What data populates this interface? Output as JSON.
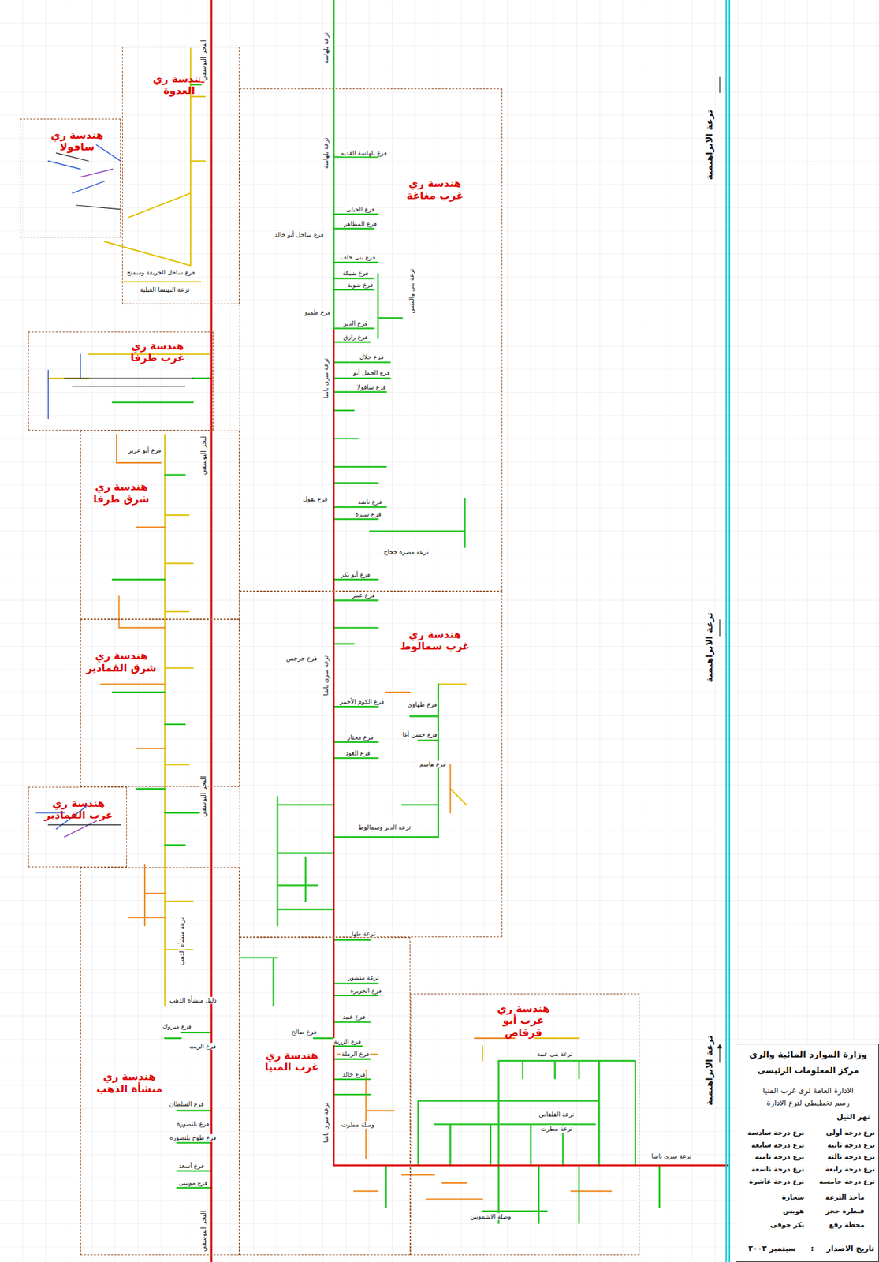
{
  "diagram": {
    "nodes": [
      {
        "text": [
          "هندسة ري العدوة"
        ]
      },
      {
        "text": [
          "هندسة ري ساقولا"
        ]
      },
      {
        "text": [
          "هندسة ري غرب مغاغة"
        ]
      },
      {
        "text": [
          "هندسة ري غرب طرفا"
        ]
      },
      {
        "text": [
          "هندسة ري شرق طرفا"
        ]
      },
      {
        "text": [
          "هندسة ري شرق القمادير"
        ]
      },
      {
        "text": [
          "هندسة ري غرب القمادير"
        ]
      },
      {
        "text": [
          "هندسة ري غرب سمالوط"
        ]
      },
      {
        "text": [
          "هندسة ري منشأة الذهب"
        ]
      },
      {
        "text": [
          "هندسة ري غرب المنيا"
        ]
      },
      {
        "text": [
          "هندسة ري غرب أبو قرقاص"
        ]
      },
      {
        "text": [
          "وزارة الموارد المائية والرى",
          "مركز المعلومات الرئيسى",
          "الادارة العامة لرى غرب المنيا",
          "رسم تخطيطى لترع الادارة"
        ]
      }
    ],
    "labels": [
      "ترعة بلهاسة",
      "ترعة بلهاسة",
      "فرع بلهاسة القديم",
      "فرع الحيلى",
      "فرع المطاهر",
      "فرع ساحل أبو خالد",
      "فرع بنى خلف",
      "فرع شيكة",
      "فرع شوبة",
      "ترعة بنى والمنس",
      "فرع طمبو",
      "فرع الدير",
      "فرع رازق",
      "ترعة سرى باشا",
      "فرع جلال",
      "فرع الجمل أبو",
      "فرع ساقولا",
      "فرع بقول",
      "فرع ناشد",
      "فرع سيرة",
      "ترعة مصرة حجاج",
      "فرع أبو بكر",
      "فرع عمر",
      "ترعة سرى باشا",
      "فرع جرجس",
      "فرع الكوم الأحمر",
      "فرع مختار",
      "فرع العود",
      "فرع طهاوى",
      "فرع حسن أغا",
      "فرع هاشم",
      "ترعة الدير وسمالوط",
      "ترعة طها",
      "ترعة منشور",
      "فرع الجزيرة",
      "فرع عبيد",
      "فرع صالح",
      "فرع الزرية",
      "فرع الرملة",
      "فرع خالد",
      "ترعة سرى باشا",
      "ترعة بنى عبيد",
      "ترعة القلقاص",
      "ترعة مطرت",
      "وصلة مطرت",
      "ترعة سري باشا",
      "وصلة الاشمونين",
      "البحر اليوسفي",
      "البحر اليوسفي",
      "البحر اليوسفي",
      "البحر اليوسفي",
      "فرع ساحل الجريفة وسمنج",
      "ترعة البهنسا القبلية",
      "فرع أبو عزيز",
      "ترعة منشأة الذهب",
      "دليل منشأة الذهب",
      "فرع ميروك",
      "فرع الزيت",
      "فرع السلطان",
      "فرع بلنصورة",
      "فرع طوخ بلنصورة",
      "فرع أسعد",
      "فرع موسى",
      "ترعة الابراهيمية",
      "ترعة الابراهيمية",
      "ترعة الابراهيمية",
      "تاريخ الاصدار",
      ":",
      "سبتمبر ٢٠٠٣"
    ],
    "legend": [
      {
        "text": "نهر النيل"
      },
      {
        "text": "ترع درجة أولي"
      },
      {
        "text": "ترع درجة سادسة"
      },
      {
        "text": "ترع درجة ثانية"
      },
      {
        "text": "ترع درجة سابعة"
      },
      {
        "text": "ترع درجة ثالثة"
      },
      {
        "text": "ترع درجة ثامنة"
      },
      {
        "text": "ترع درجة رابعة"
      },
      {
        "text": "ترع درجة تاسعة"
      },
      {
        "text": "ترع درجة خامسة"
      },
      {
        "text": "ترع درجة عاشرة"
      },
      {
        "text": "مأخذ الترعة"
      },
      {
        "text": "سحارة"
      },
      {
        "text": "قنطرة حجز"
      },
      {
        "text": "هويس"
      },
      {
        "text": "محطة رفع"
      },
      {
        "text": "بكر جوفى"
      }
    ]
  }
}
